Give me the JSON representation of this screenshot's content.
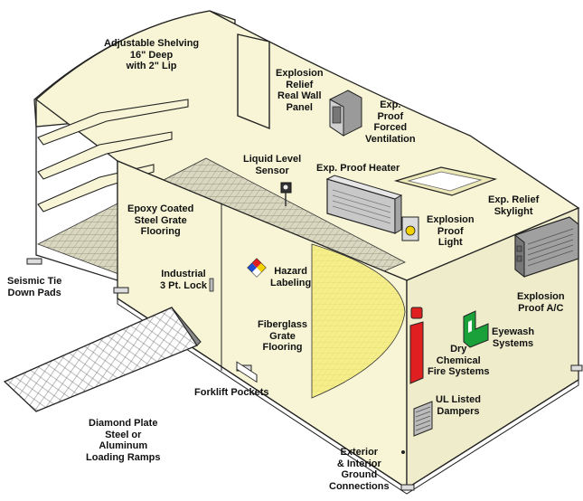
{
  "colors": {
    "wall": "#f7f5d6",
    "wall_shade": "#efeccb",
    "outline": "#222222",
    "grate": "#cfcdb5",
    "fiberglass": "#f5ee8a",
    "heater": "#c8c8c8",
    "extinguisher": "#e02020",
    "eyewash": "#1aa13a"
  },
  "labels": {
    "adjustable_shelving": "Adjustable Shelving\n16\" Deep\nwith 2\" Lip",
    "explosion_relief_wall": "Explosion\nRelief\nReal Wall\nPanel",
    "forced_ventilation": "Exp.\nProof\nForced\nVentilation",
    "liquid_level_sensor": "Liquid Level\nSensor",
    "proof_heater": "Exp. Proof Heater",
    "relief_skylight": "Exp. Relief\nSkylight",
    "epoxy_grate": "Epoxy Coated\nSteel Grate\nFlooring",
    "proof_light": "Explosion\nProof\nLight",
    "industrial_lock": "Industrial\n3 Pt. Lock",
    "hazard_labeling": "Hazard\nLabeling",
    "seismic_pads": "Seismic Tie\nDown Pads",
    "proof_ac": "Explosion\nProof A/C",
    "fiberglass_grate": "Fiberglass\nGrate\nFlooring",
    "eyewash": "Eyewash\nSystems",
    "dry_chemical": "Dry\nChemical\nFire Systems",
    "forklift_pockets": "Forklift Pockets",
    "ul_dampers": "UL Listed\nDampers",
    "loading_ramps": "Diamond Plate\nSteel or\nAluminum\nLoading Ramps",
    "ground_connections": "Exterior\n& Interior\nGround\nConnections"
  }
}
